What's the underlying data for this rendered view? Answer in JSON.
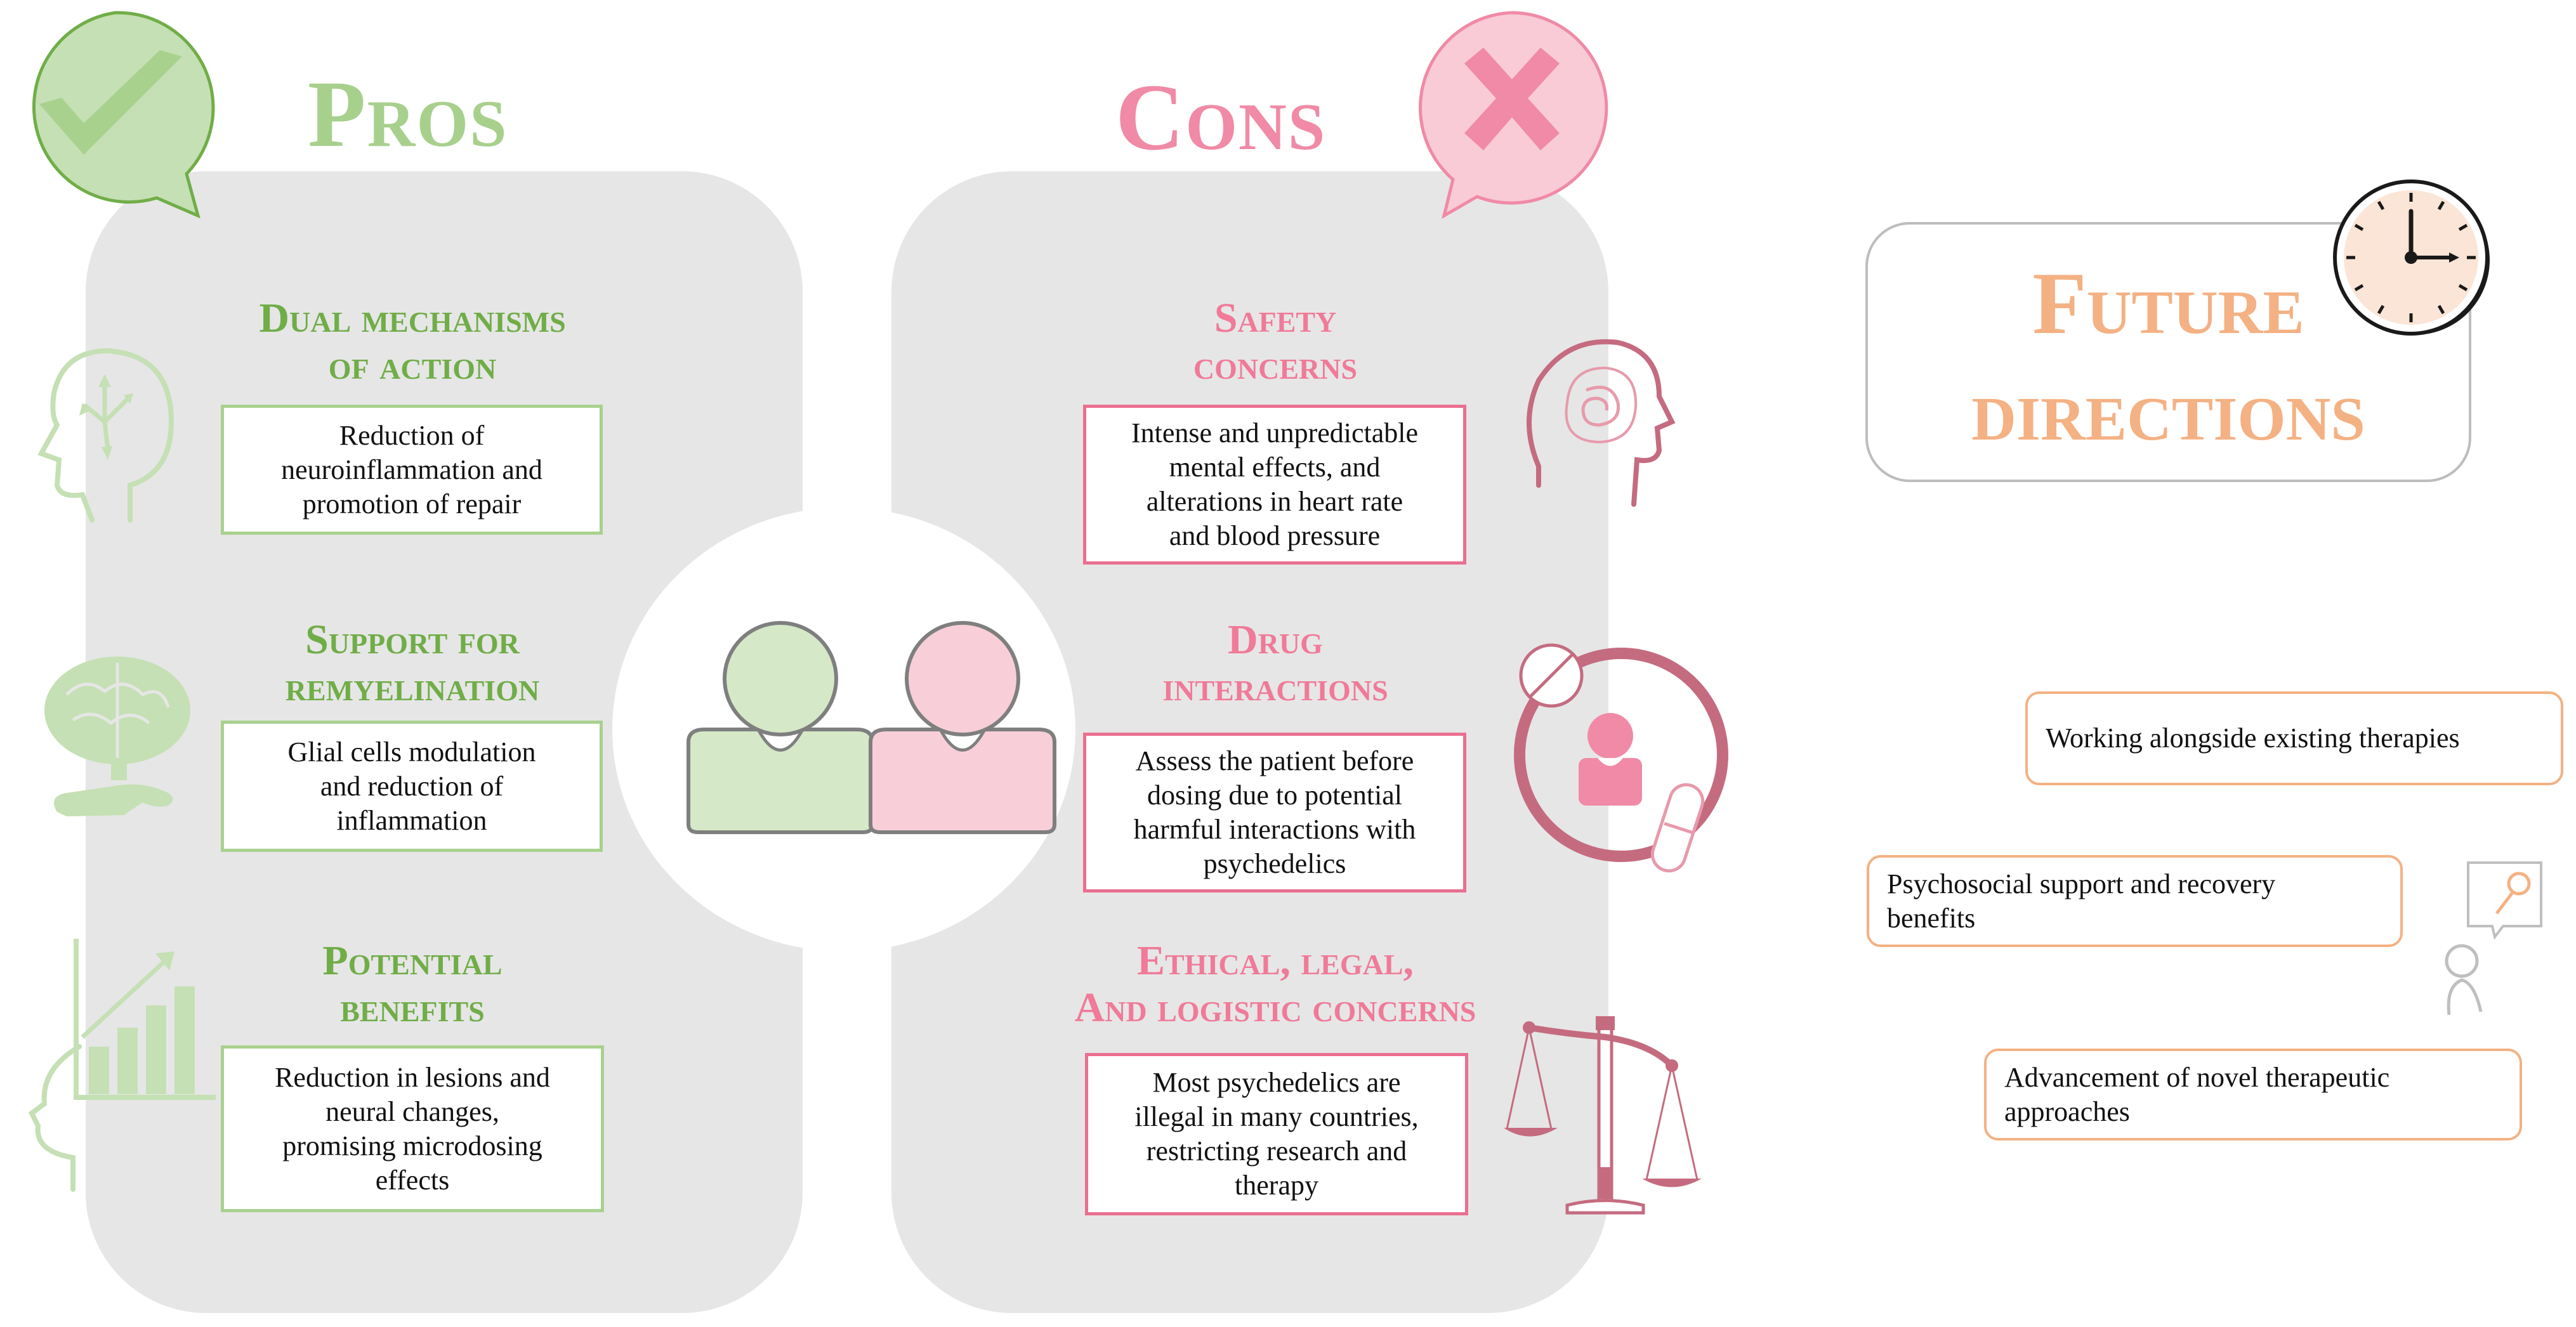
{
  "pros": {
    "title": "Pros",
    "items": [
      {
        "heading_1": "Dual mechanisms",
        "heading_2": "of action",
        "body": [
          "Reduction of",
          "neuroinflammation and",
          "promotion of repair"
        ]
      },
      {
        "heading_1": "Support for",
        "heading_2": "remyelination",
        "body": [
          "Glial cells modulation",
          "and reduction of",
          "inflammation"
        ]
      },
      {
        "heading_1": "Potential",
        "heading_2": "benefits",
        "body": [
          "Reduction in lesions and",
          "neural changes,",
          "promising microdosing",
          "effects"
        ]
      }
    ]
  },
  "cons": {
    "title": "Cons",
    "items": [
      {
        "heading_1": "Safety",
        "heading_2": "concerns",
        "body": [
          "Intense and unpredictable",
          "mental effects, and",
          "alterations in heart rate",
          "and blood pressure"
        ]
      },
      {
        "heading_1": "Drug",
        "heading_2": "interactions",
        "body": [
          "Assess the patient before",
          "dosing due to potential",
          "harmful interactions with",
          "psychedelics"
        ]
      },
      {
        "heading_1": "Ethical, legal,",
        "heading_2": "And logistic concerns",
        "body": [
          "Most psychedelics are",
          "illegal in many countries,",
          "restricting research and",
          "therapy"
        ]
      }
    ]
  },
  "future": {
    "title_1": "Future",
    "title_2": "directions",
    "items": [
      {
        "lines": [
          "Working alongside existing therapies"
        ]
      },
      {
        "lines": [
          "Psychosocial support and  recovery",
          "benefits"
        ]
      },
      {
        "lines": [
          "Advancement of novel therapeutic",
          "approaches"
        ]
      }
    ]
  },
  "colors": {
    "pros_green": "#a8d08d",
    "pros_heading_green": "#70ad47",
    "cons_pink": "#f08aa6",
    "cons_box_border": "#ea6f90",
    "future_orange": "#f4b183",
    "panel_gray": "#e6e6e6"
  },
  "icons": [
    "check-speech-bubble-icon",
    "x-speech-bubble-icon",
    "head-arrows-icon",
    "brain-hand-icon",
    "head-growth-chart-icon",
    "person-green-icon",
    "person-pink-icon",
    "head-spiral-icon",
    "no-drug-person-pill-icon",
    "scales-icon",
    "clock-icon",
    "person-idea-icon"
  ]
}
